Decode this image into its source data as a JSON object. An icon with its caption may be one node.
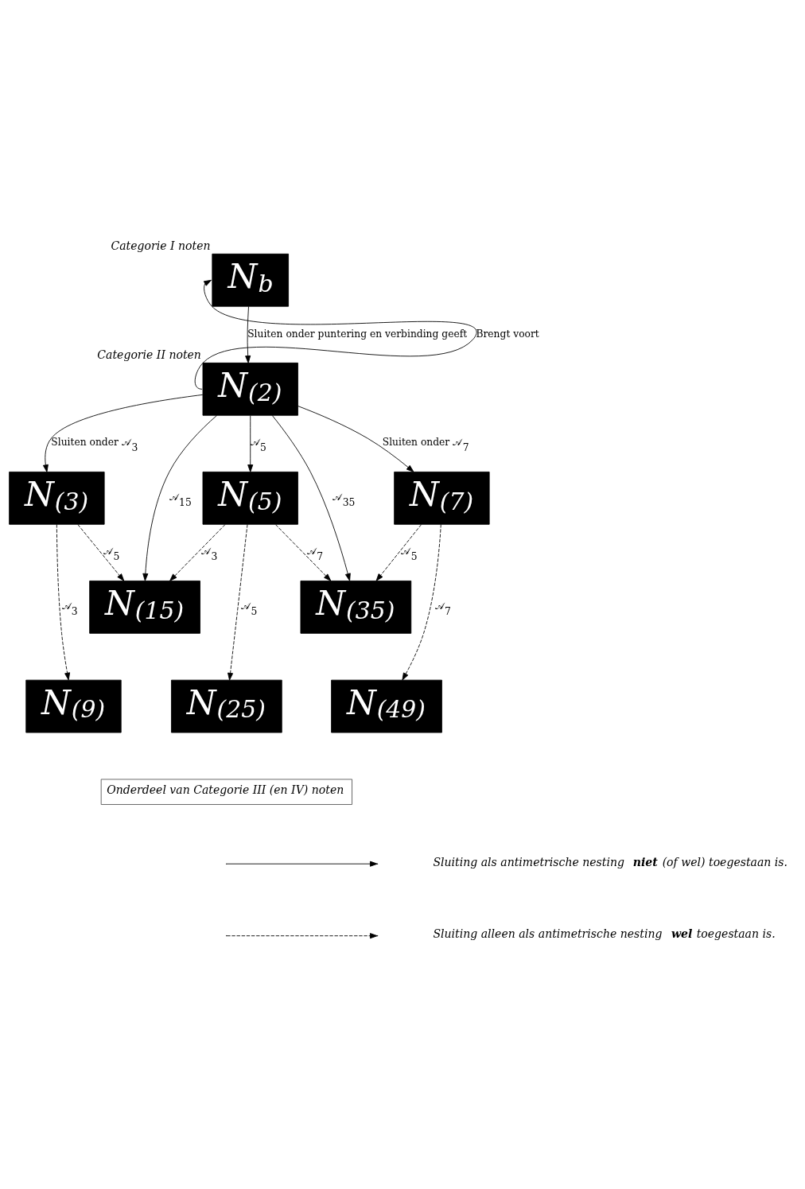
{
  "diagram": {
    "nodes": [
      {
        "text": [
          "N$_{b}$"
        ],
        "beside": [
          "Categorie I noten"
        ]
      },
      {
        "text": [
          "N$_{(2)}$"
        ],
        "beside": [
          "Categorie II noten"
        ]
      },
      {
        "text": [
          "N$_{(3)}$"
        ]
      },
      {
        "text": [
          "N$_{(5)}$"
        ]
      },
      {
        "text": [
          "N$_{(7)}$"
        ]
      },
      {
        "text": [
          "N$_{(15)}$"
        ]
      },
      {
        "text": [
          "N$_{(35)}$"
        ]
      },
      {
        "text": [
          "N$_{(9)}$"
        ]
      },
      {
        "text": [
          "N$_{(25)}$"
        ]
      },
      {
        "text": [
          "N$_{(49)}$"
        ]
      },
      {
        "text": [
          "Onderdeel van Categorie III (en IV) noten"
        ]
      }
    ],
    "edges": [
      {
        "from": 0,
        "to": 1,
        "arrow": "to",
        "label": "Sluiten onder puntering en verbinding geeft"
      },
      {
        "from": 1,
        "to": 0,
        "arrow": "to",
        "label": "Brengt voort"
      },
      {
        "from": 1,
        "to": 2,
        "arrow": "to",
        "label": "Sluiten onder 𝒜$_{3}$"
      },
      {
        "from": 1,
        "to": 5,
        "arrow": "to",
        "label": "𝒜$_{15}$"
      },
      {
        "from": 1,
        "to": 3,
        "arrow": "to",
        "label": "𝒜$_{5}$"
      },
      {
        "from": 1,
        "to": 6,
        "arrow": "to",
        "label": "𝒜$_{35}$"
      },
      {
        "from": 1,
        "to": 4,
        "arrow": "to",
        "label": "Sluiten onder 𝒜$_{7}$"
      },
      {
        "from": 2,
        "to": 5,
        "arrow": "to",
        "label": "𝒜$_{5}$",
        "style": "dashed"
      },
      {
        "from": 2,
        "to": 7,
        "arrow": "to",
        "label": "𝒜$_{3}$",
        "style": "dashed"
      },
      {
        "from": 3,
        "to": 5,
        "arrow": "to",
        "label": "𝒜$_{3}$",
        "style": "dashed"
      },
      {
        "from": 3,
        "to": 6,
        "arrow": "to",
        "label": "𝒜$_{7}$",
        "style": "dashed"
      },
      {
        "from": 3,
        "to": 8,
        "arrow": "to",
        "label": "𝒜$_{5}$",
        "style": "dashed"
      },
      {
        "from": 4,
        "to": 6,
        "arrow": "to",
        "label": "𝒜$_{5}$",
        "style": "dashed"
      },
      {
        "from": 4,
        "to": 9,
        "arrow": "to",
        "label": "𝒜$_{7}$",
        "style": "dashed"
      }
    ],
    "legend": [
      {
        "text": "Sluiting als antimetrische nesting **niet** (of wel) toegestaan is."
      },
      {
        "text": "Sluiting alleen als antimetrische nesting **wel** toegestaan is."
      }
    ]
  }
}
